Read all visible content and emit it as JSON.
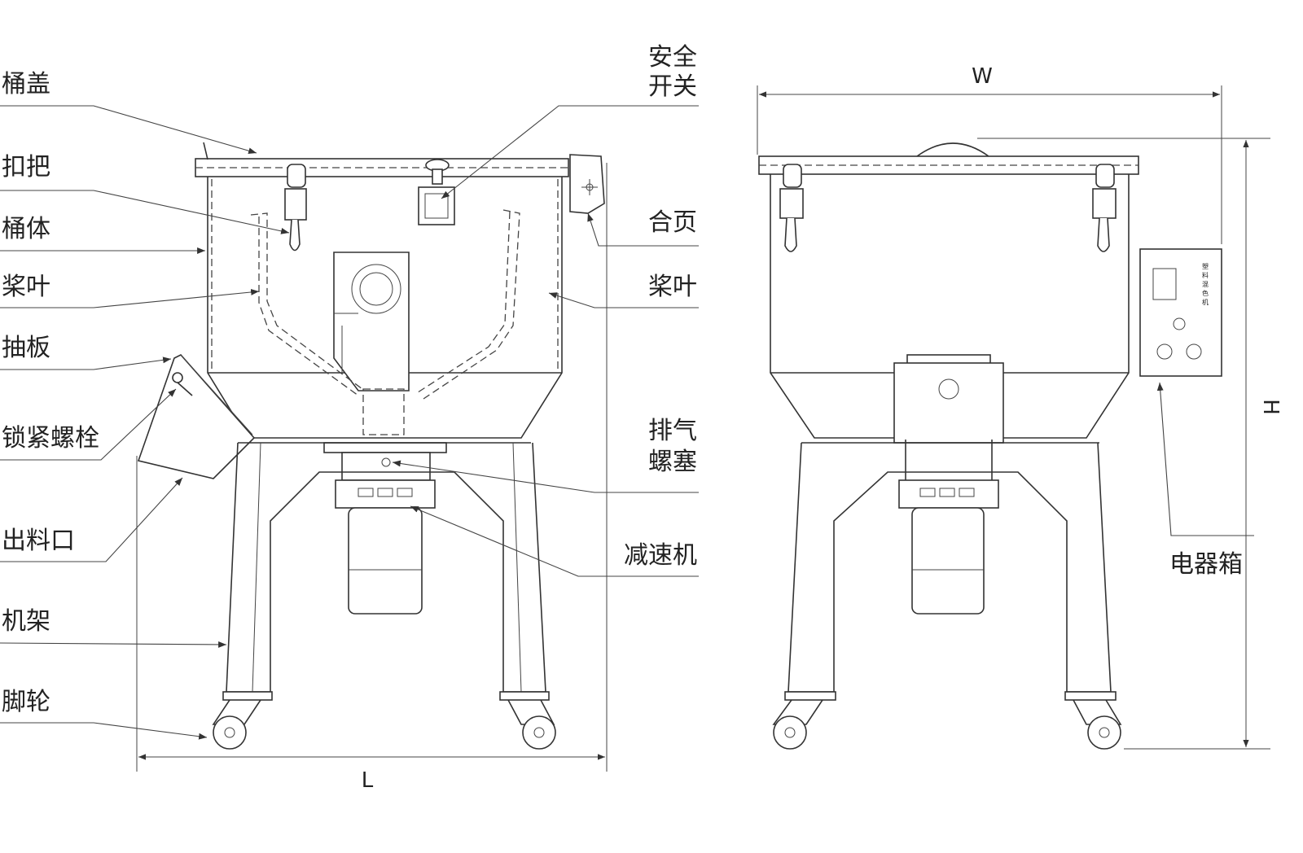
{
  "labels": {
    "lid": "桶盖",
    "clasp": "扣把",
    "barrel": "桶体",
    "paddle_left": "桨叶",
    "slide_plate": "抽板",
    "lock_bolt": "锁紧螺栓",
    "outlet": "出料口",
    "frame": "机架",
    "caster": "脚轮",
    "safety_switch_1": "安全",
    "safety_switch_2": "开关",
    "hinge": "合页",
    "paddle_right": "桨叶",
    "vent_plug_1": "排气",
    "vent_plug_2": "螺塞",
    "reducer": "减速机",
    "electrical_box": "电器箱"
  },
  "dimensions": {
    "width": "W",
    "height": "H",
    "length": "L"
  },
  "panel": {
    "vertical_text": [
      "塑",
      "料",
      "混",
      "色",
      "机"
    ]
  }
}
